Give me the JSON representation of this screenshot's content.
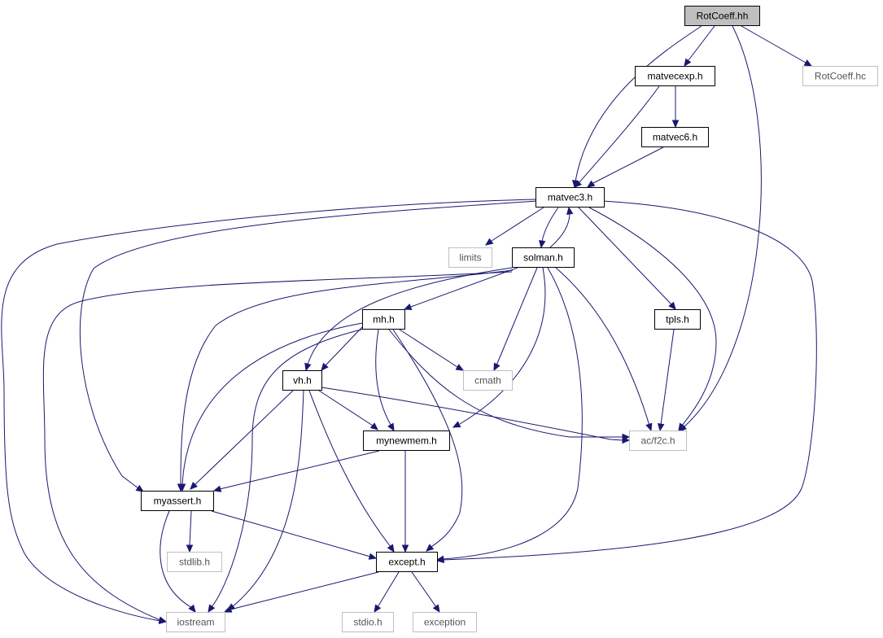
{
  "diagram": {
    "nodes": [
      {
        "id": "rotcoeff_hh",
        "label": "RotCoeff.hh",
        "kind": "root"
      },
      {
        "id": "matvecexp_h",
        "label": "matvecexp.h",
        "kind": "doc"
      },
      {
        "id": "rotcoeff_hc",
        "label": "RotCoeff.hc",
        "kind": "ext"
      },
      {
        "id": "matvec6_h",
        "label": "matvec6.h",
        "kind": "doc"
      },
      {
        "id": "matvec3_h",
        "label": "matvec3.h",
        "kind": "doc"
      },
      {
        "id": "limits",
        "label": "limits",
        "kind": "ext"
      },
      {
        "id": "solman_h",
        "label": "solman.h",
        "kind": "doc"
      },
      {
        "id": "mh_h",
        "label": "mh.h",
        "kind": "doc"
      },
      {
        "id": "tpls_h",
        "label": "tpls.h",
        "kind": "doc"
      },
      {
        "id": "vh_h",
        "label": "vh.h",
        "kind": "doc"
      },
      {
        "id": "cmath",
        "label": "cmath",
        "kind": "ext"
      },
      {
        "id": "mynewmem_h",
        "label": "mynewmem.h",
        "kind": "doc"
      },
      {
        "id": "ac_f2c_h",
        "label": "ac/f2c.h",
        "kind": "ext"
      },
      {
        "id": "myassert_h",
        "label": "myassert.h",
        "kind": "doc"
      },
      {
        "id": "stdlib_h",
        "label": "stdlib.h",
        "kind": "ext"
      },
      {
        "id": "except_h",
        "label": "except.h",
        "kind": "doc"
      },
      {
        "id": "iostream",
        "label": "iostream",
        "kind": "ext"
      },
      {
        "id": "stdio_h",
        "label": "stdio.h",
        "kind": "ext"
      },
      {
        "id": "exception",
        "label": "exception",
        "kind": "ext"
      }
    ],
    "edges": [
      {
        "from": "rotcoeff_hh",
        "to": "matvecexp_h"
      },
      {
        "from": "rotcoeff_hh",
        "to": "matvec3_h"
      },
      {
        "from": "rotcoeff_hh",
        "to": "ac_f2c_h"
      },
      {
        "from": "rotcoeff_hh",
        "to": "rotcoeff_hc"
      },
      {
        "from": "matvecexp_h",
        "to": "matvec3_h"
      },
      {
        "from": "matvecexp_h",
        "to": "matvec6_h"
      },
      {
        "from": "matvec6_h",
        "to": "matvec3_h"
      },
      {
        "from": "matvec3_h",
        "to": "limits"
      },
      {
        "from": "matvec3_h",
        "to": "solman_h"
      },
      {
        "from": "matvec3_h",
        "to": "tpls_h"
      },
      {
        "from": "matvec3_h",
        "to": "ac_f2c_h"
      },
      {
        "from": "matvec3_h",
        "to": "except_h"
      },
      {
        "from": "matvec3_h",
        "to": "iostream"
      },
      {
        "from": "matvec3_h",
        "to": "myassert_h"
      },
      {
        "from": "solman_h",
        "to": "matvec3_h"
      },
      {
        "from": "solman_h",
        "to": "mh_h"
      },
      {
        "from": "solman_h",
        "to": "vh_h"
      },
      {
        "from": "solman_h",
        "to": "cmath"
      },
      {
        "from": "solman_h",
        "to": "mynewmem_h"
      },
      {
        "from": "solman_h",
        "to": "ac_f2c_h"
      },
      {
        "from": "solman_h",
        "to": "except_h"
      },
      {
        "from": "solman_h",
        "to": "myassert_h"
      },
      {
        "from": "solman_h",
        "to": "iostream"
      },
      {
        "from": "mh_h",
        "to": "vh_h"
      },
      {
        "from": "mh_h",
        "to": "cmath"
      },
      {
        "from": "mh_h",
        "to": "mynewmem_h"
      },
      {
        "from": "mh_h",
        "to": "ac_f2c_h"
      },
      {
        "from": "mh_h",
        "to": "except_h"
      },
      {
        "from": "mh_h",
        "to": "myassert_h"
      },
      {
        "from": "mh_h",
        "to": "iostream"
      },
      {
        "from": "tpls_h",
        "to": "ac_f2c_h"
      },
      {
        "from": "vh_h",
        "to": "mynewmem_h"
      },
      {
        "from": "vh_h",
        "to": "ac_f2c_h"
      },
      {
        "from": "vh_h",
        "to": "myassert_h"
      },
      {
        "from": "vh_h",
        "to": "except_h"
      },
      {
        "from": "vh_h",
        "to": "iostream"
      },
      {
        "from": "mynewmem_h",
        "to": "myassert_h"
      },
      {
        "from": "mynewmem_h",
        "to": "except_h"
      },
      {
        "from": "myassert_h",
        "to": "stdlib_h"
      },
      {
        "from": "myassert_h",
        "to": "except_h"
      },
      {
        "from": "myassert_h",
        "to": "iostream"
      },
      {
        "from": "except_h",
        "to": "iostream"
      },
      {
        "from": "except_h",
        "to": "stdio_h"
      },
      {
        "from": "except_h",
        "to": "exception"
      }
    ],
    "colors": {
      "edge": "#191970",
      "root_fill": "#bfbfbf",
      "doc_border": "#000000",
      "ext_border": "#bfbfbf"
    }
  }
}
